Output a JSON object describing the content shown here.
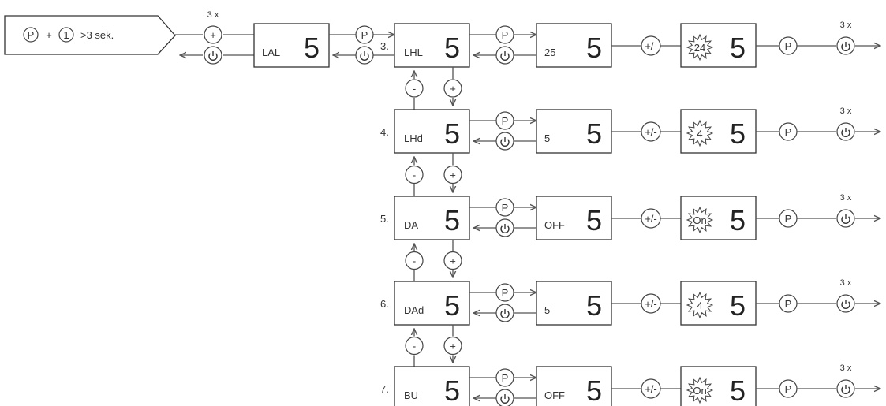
{
  "start": {
    "p": "P",
    "plus": "+",
    "one": "1",
    "condition": ">3 sek."
  },
  "enter": {
    "count": "3 x",
    "plus_symbol": "+"
  },
  "lal": {
    "label": "LAL",
    "digit": "5"
  },
  "symbols": {
    "p": "P",
    "plus": "+",
    "minus": "-",
    "plusminus": "+/-"
  },
  "rows": [
    {
      "number": "3.",
      "code": "LHL",
      "digit": "5",
      "value": "25",
      "flash": "24",
      "exit_count": "3 x"
    },
    {
      "number": "4.",
      "code": "LHd",
      "digit": "5",
      "value": "5",
      "flash": "4",
      "exit_count": "3 x"
    },
    {
      "number": "5.",
      "code": "DA",
      "digit": "5",
      "value": "OFF",
      "flash": "On",
      "exit_count": "3 x"
    },
    {
      "number": "6.",
      "code": "DAd",
      "digit": "5",
      "value": "5",
      "flash": "4",
      "exit_count": "3 x"
    },
    {
      "number": "7.",
      "code": "BU",
      "digit": "5",
      "value": "OFF",
      "flash": "On",
      "exit_count": "3 x"
    }
  ]
}
